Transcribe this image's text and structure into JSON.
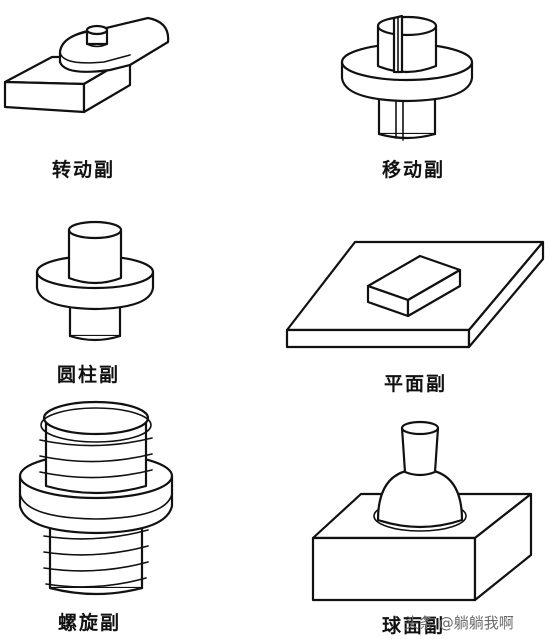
{
  "labels": {
    "revolute": "转动副",
    "prismatic": "移动副",
    "cylindrical": "圆柱副",
    "planar": "平面副",
    "screw": "螺旋副",
    "spherical": "球面副"
  },
  "watermark": "头条 @躺躺我啊"
}
